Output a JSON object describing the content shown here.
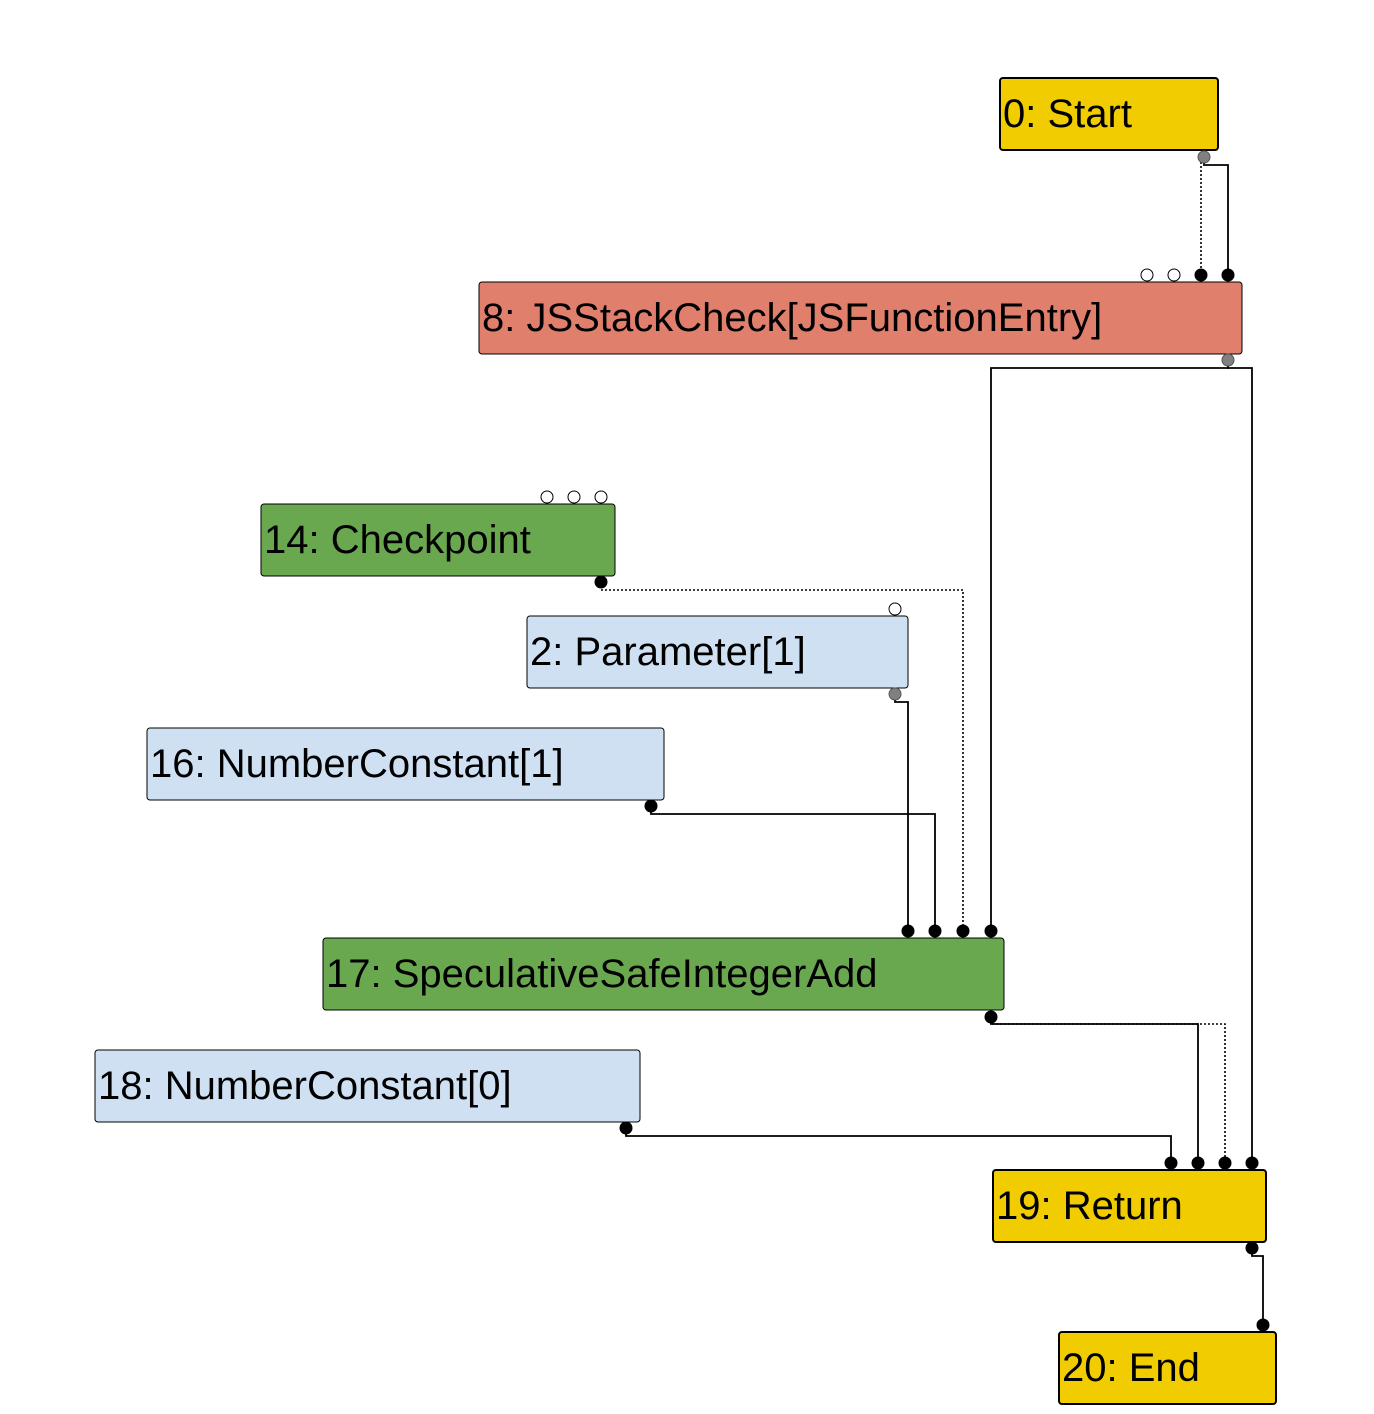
{
  "colors": {
    "control": "#f0cc00",
    "js_op": "#e07f6c",
    "simplified_op": "#6aa84f",
    "constant": "#cfe0f3",
    "edge": "#000000",
    "port_effect": "#808080",
    "port_open": "#ffffff"
  },
  "nodes": [
    {
      "id": "n0",
      "label": "0: Start",
      "kind": "control"
    },
    {
      "id": "n8",
      "label": "8: JSStackCheck[JSFunctionEntry]",
      "kind": "js_op"
    },
    {
      "id": "n14",
      "label": "14: Checkpoint",
      "kind": "simplified_op"
    },
    {
      "id": "n2",
      "label": "2: Parameter[1]",
      "kind": "constant"
    },
    {
      "id": "n16",
      "label": "16: NumberConstant[1]",
      "kind": "constant"
    },
    {
      "id": "n17",
      "label": "17: SpeculativeSafeIntegerAdd",
      "kind": "simplified_op"
    },
    {
      "id": "n18",
      "label": "18: NumberConstant[0]",
      "kind": "constant"
    },
    {
      "id": "n19",
      "label": "19: Return",
      "kind": "control"
    },
    {
      "id": "n20",
      "label": "20: End",
      "kind": "control"
    }
  ],
  "edges": [
    {
      "from": "n0",
      "to": "n8",
      "style": "dotted"
    },
    {
      "from": "n0",
      "to": "n8",
      "style": "solid"
    },
    {
      "from": "n8",
      "to": "n17",
      "style": "solid"
    },
    {
      "from": "n8",
      "to": "n19",
      "style": "solid"
    },
    {
      "from": "n14",
      "to": "n17",
      "style": "dotted"
    },
    {
      "from": "n2",
      "to": "n17",
      "style": "solid"
    },
    {
      "from": "n16",
      "to": "n17",
      "style": "solid"
    },
    {
      "from": "n17",
      "to": "n19",
      "style": "solid"
    },
    {
      "from": "n17",
      "to": "n19",
      "style": "dotted"
    },
    {
      "from": "n18",
      "to": "n19",
      "style": "solid"
    },
    {
      "from": "n19",
      "to": "n20",
      "style": "solid"
    }
  ]
}
